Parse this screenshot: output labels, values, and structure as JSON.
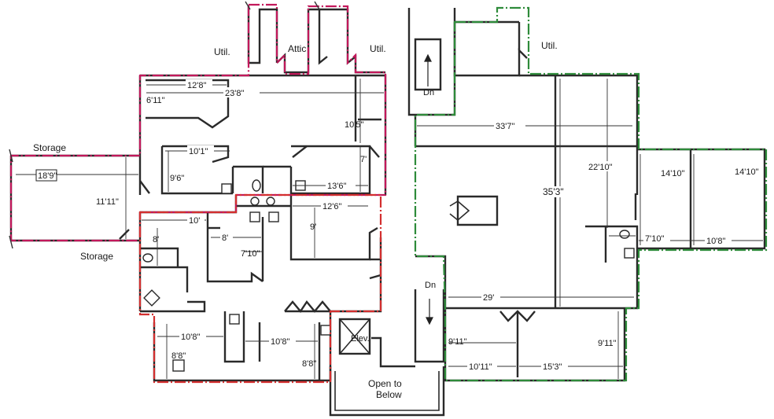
{
  "colors": {
    "magenta_zone": "#c2185b",
    "red_zone": "#d32f2f",
    "green_zone": "#2e8b3a",
    "wall": "#2a2a2a"
  },
  "labels": {
    "util_left": "Util.",
    "attic": "Attic",
    "util_mid": "Util.",
    "util_right": "Util.",
    "storage_top": "Storage",
    "storage_bottom": "Storage",
    "dn_top": "Dn",
    "dn_bottom": "Dn",
    "elev": "Elev.",
    "open_to": "Open to",
    "below": "Below"
  },
  "dimensions": {
    "d_12_8": "12'8\"",
    "d_6_11": "6'11\"",
    "d_23_8": "23'8\"",
    "d_10_5": "10'5\"",
    "d_10_1": "10'1\"",
    "d_9_6": "9'6\"",
    "d_7": "7'",
    "d_13_6": "13'6\"",
    "d_18_9": "18'9\"",
    "d_11_11": "11'11\"",
    "d_12_6": "12'6\"",
    "d_10": "10'",
    "d_8a": "8'",
    "d_8b": "8'",
    "d_9": "9'",
    "d_7_10a": "7'10\"",
    "d_10_8a": "10'8\"",
    "d_10_8b": "10'8\"",
    "d_8_8a": "8'8\"",
    "d_8_8b": "8'8\"",
    "d_33_7": "33'7\"",
    "d_22_10": "22'10\"",
    "d_35_3": "35'3\"",
    "d_14_10a": "14'10\"",
    "d_14_10b": "14'10\"",
    "d_7_10b": "7'10\"",
    "d_10_8c": "10'8\"",
    "d_29": "29'",
    "d_9_11a": "9'11\"",
    "d_9_11b": "9'11\"",
    "d_10_11": "10'11\"",
    "d_15_3": "15'3\""
  }
}
